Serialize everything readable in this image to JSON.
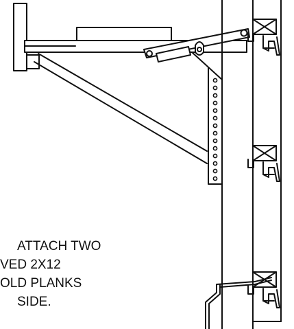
{
  "caption": {
    "lines": [
      "ATTACH TWO",
      "VED 2X12",
      "OLD PLANKS",
      "SIDE."
    ]
  },
  "colors": {
    "ink": "#111111",
    "background": "#ffffff"
  }
}
